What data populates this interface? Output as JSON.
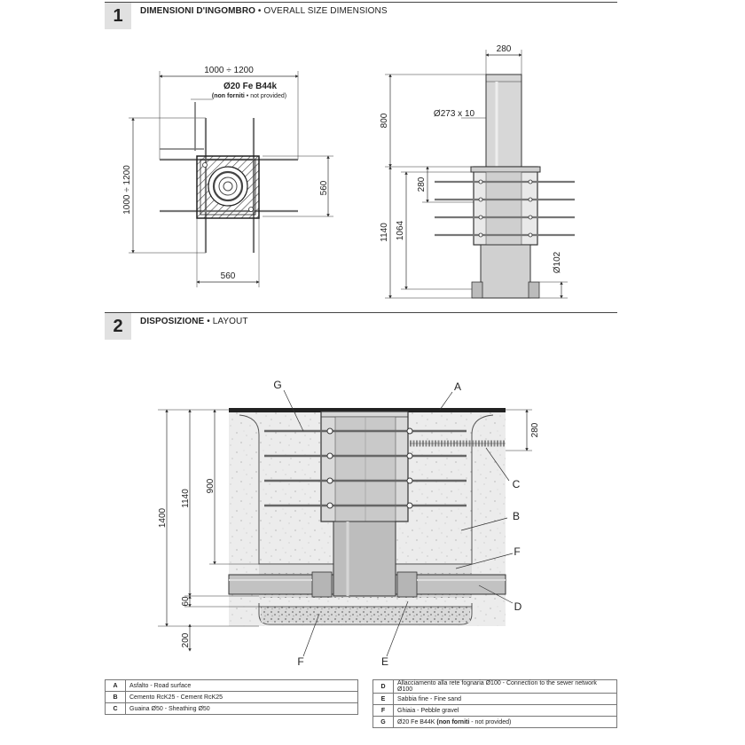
{
  "sections": [
    {
      "number": "1",
      "title_it": "DIMENSIONI D'INGOMBRO",
      "title_en": "OVERALL SIZE DIMENSIONS"
    },
    {
      "number": "2",
      "title_it": "DISPOSIZIONE",
      "title_en": "LAYOUT"
    }
  ],
  "separator": " • ",
  "plan_view": {
    "width_range": "1000 ÷ 1200",
    "height_range": "1000 ÷ 1200",
    "rebar": "Ø20 Fe B44k",
    "rebar_note_bold": "(non forniti",
    "rebar_note": " • not provided)",
    "inner_width": "560",
    "inner_height": "560"
  },
  "side_view": {
    "top_width": "280",
    "bollard_height": "800",
    "bollard_diameter": "Ø273 x 10",
    "box_depth": "280",
    "overall_depth": "1140",
    "inner_depth": "1064",
    "drain_diameter": "Ø102"
  },
  "layout_view": {
    "dim_1400": "1400",
    "dim_1140": "1140",
    "dim_900": "900",
    "dim_280": "280",
    "dim_60": "60",
    "dim_200": "200",
    "labels": {
      "A": "A",
      "B": "B",
      "C": "C",
      "D": "D",
      "E": "E",
      "F": "F",
      "G": "G"
    }
  },
  "legend": {
    "left": [
      {
        "key": "A",
        "text": "Asfalto - Road surface"
      },
      {
        "key": "B",
        "text": "Cemento RcK25 - Cement RcK25"
      },
      {
        "key": "C",
        "text": "Guaina Ø50 - Sheathing Ø50"
      }
    ],
    "right": [
      {
        "key": "D",
        "text": "Allacciamento alla rete fognaria Ø100 - Connection to the sewer network Ø100"
      },
      {
        "key": "E",
        "text": "Sabbia fine - Fine sand"
      },
      {
        "key": "F",
        "text": "Ghiaia - Pebble gravel"
      },
      {
        "key": "G",
        "text_plain": "Ø20 Fe B44K ",
        "text_bold": "(non forniti",
        "text_tail": " - not provided)"
      }
    ]
  }
}
